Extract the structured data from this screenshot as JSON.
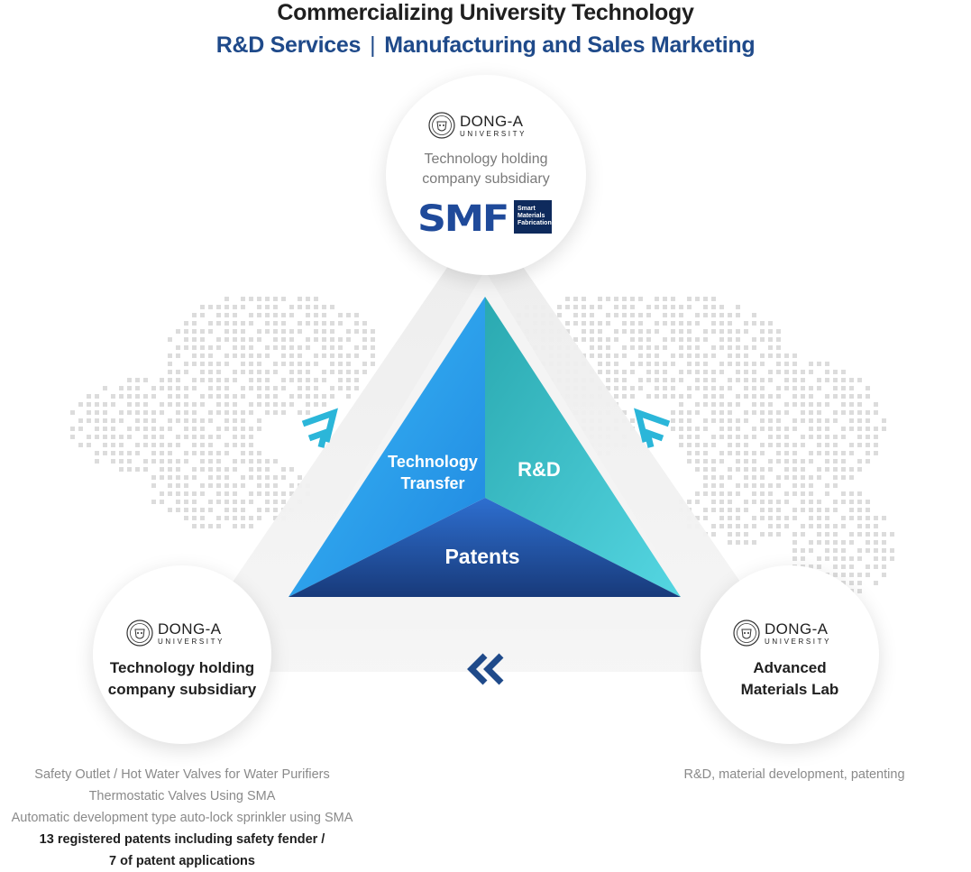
{
  "header": {
    "title": "Commercializing University Technology",
    "subtitle_left": "R&D Services",
    "subtitle_separator": "|",
    "subtitle_right": "Manufacturing and Sales Marketing"
  },
  "logo": {
    "name": "DONG-A",
    "subname": "UNIVERSITY",
    "seal_icon": "university-seal-icon"
  },
  "top_node": {
    "description_line1": "Technology holding",
    "description_line2": "company subsidiary",
    "brand": {
      "letters": "SMF",
      "box_line1": "Smart",
      "box_line2": "Materials",
      "box_line3": "Fabrication"
    }
  },
  "left_node": {
    "title_line1": "Technology holding",
    "title_line2": "company subsidiary",
    "details": [
      "Safety Outlet / Hot Water Valves for Water Purifiers",
      "Thermostatic Valves Using SMA",
      "Automatic development type auto-lock sprinkler using SMA"
    ],
    "highlight_line1": "13 registered patents including safety fender /",
    "highlight_line2": "7 of patent applications"
  },
  "right_node": {
    "title_line1": "Advanced",
    "title_line2": "Materials Lab",
    "details": "R&D, material development, patenting"
  },
  "triangle": {
    "left_label_line1": "Technology",
    "left_label_line2": "Transfer",
    "right_label": "R&D",
    "bottom_label": "Patents"
  },
  "colors": {
    "title": "#1f1f1f",
    "subtitle": "#1f4a8a",
    "tri_blue": "#35a8f2",
    "tri_teal": "#3cc4cf",
    "tri_navy": "#1f4a8a",
    "arrow_teal": "#2bb6d9",
    "arrow_navy": "#1f4a8a",
    "map_dots": "#dcdcdc"
  },
  "icons": {
    "arrow_left_up": "chevron-up-right-icon",
    "arrow_right_up": "chevron-up-left-icon",
    "arrow_bottom": "double-chevron-left-icon"
  }
}
